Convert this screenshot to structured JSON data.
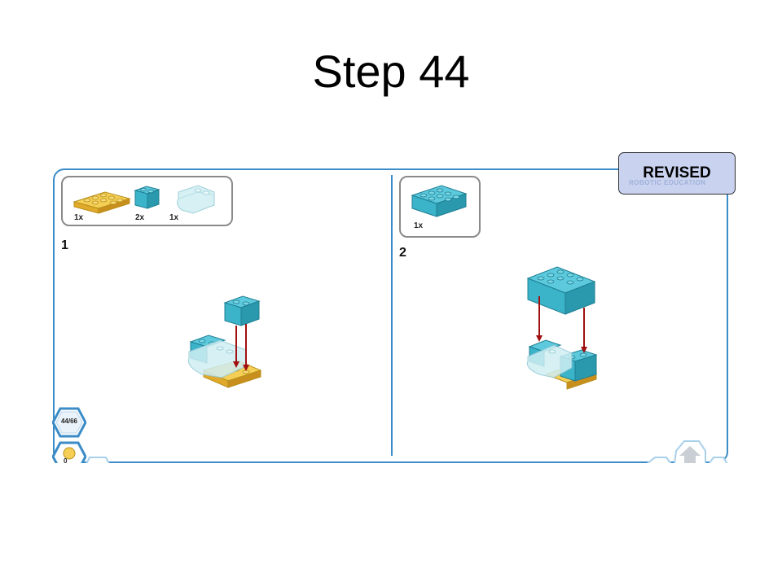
{
  "slide": {
    "title": "Step 44"
  },
  "badge": {
    "label": "REVISED",
    "ghost_text": "ROBOTIC EDUCATION"
  },
  "panel1": {
    "step_number": "1",
    "parts": [
      {
        "qty": "1x",
        "name": "yellow-plate-2x4"
      },
      {
        "qty": "2x",
        "name": "teal-brick-1x2"
      },
      {
        "qty": "1x",
        "name": "transparent-curved-brick"
      }
    ]
  },
  "panel2": {
    "step_number": "2",
    "parts": [
      {
        "qty": "1x",
        "name": "teal-brick-2x4"
      }
    ]
  },
  "footer": {
    "page_indicator": "44/66",
    "counter": "0"
  },
  "colors": {
    "frame": "#3b8cc7",
    "teal": "#3bb3c9",
    "yellow": "#f0c238",
    "arrow": "#a01010",
    "badge_bg": "#c9d3f0"
  }
}
